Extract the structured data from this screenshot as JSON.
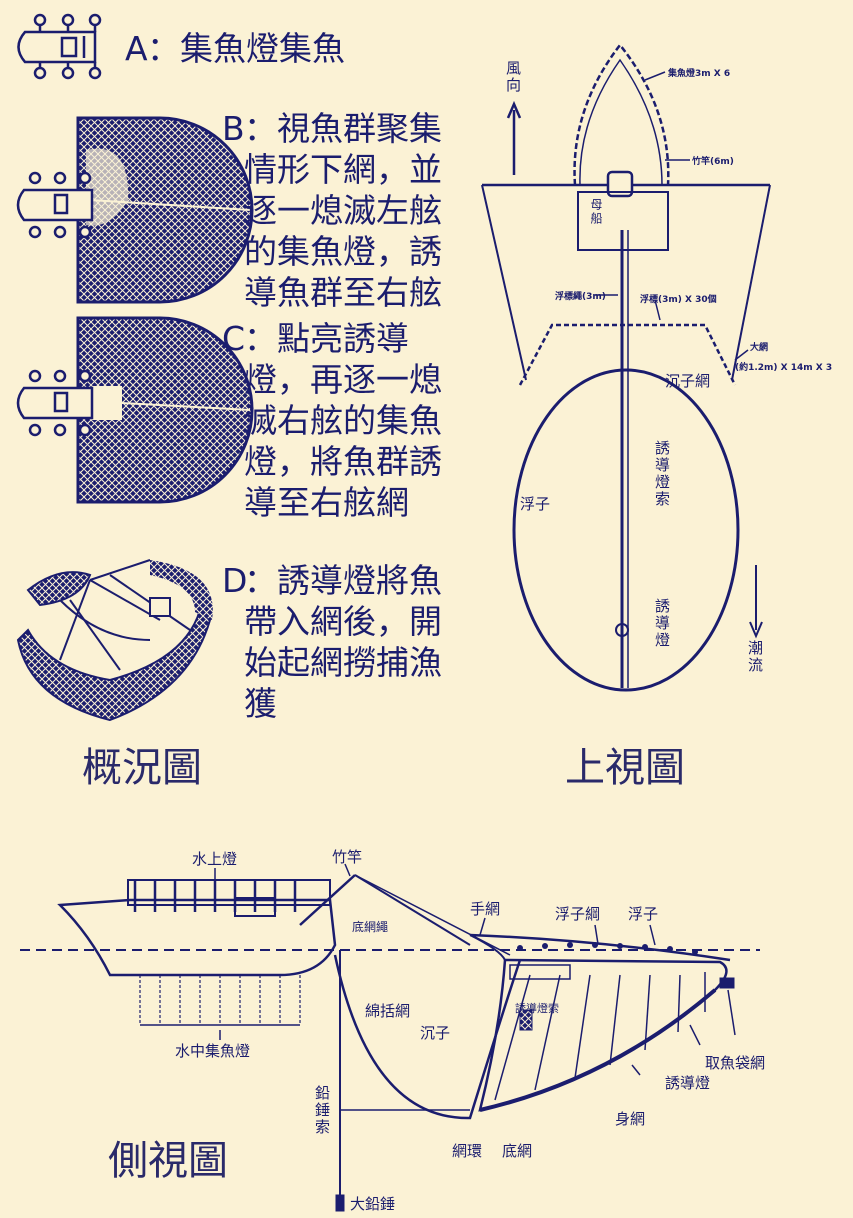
{
  "colors": {
    "ink": "#1b1d6e",
    "background": "#fbf2d5"
  },
  "overview": {
    "steps": [
      {
        "key": "A",
        "text": "：集魚燈集魚"
      },
      {
        "key": "B",
        "text": "：視魚群聚集情形下網，並逐一熄滅左舷的集魚燈，誘導魚群至右舷"
      },
      {
        "key": "C",
        "text": "：點亮誘導燈，再逐一熄滅右舷的集魚燈，將魚群誘導至右舷網"
      },
      {
        "key": "D",
        "text": "：誘導燈將魚帶入網後，開始起網撈捕漁獲"
      }
    ],
    "caption": "概況圖"
  },
  "top_view": {
    "caption": "上視圖",
    "wind_label": "風向",
    "current_label": "潮流",
    "float_label": "浮子",
    "sinker_net_label": "沉子網",
    "guide_rope_label": "誘導燈索",
    "guide_light_label": "誘導燈",
    "boat_label": "母船",
    "tiny_labels": [
      "集魚燈3m X 6",
      "竹竿(6m)",
      "浮標繩(3m)",
      "浮標(3m) X 30個",
      "大網",
      "(約1.2m) X 14m X 3"
    ]
  },
  "side_view": {
    "caption": "側視圖",
    "labels": {
      "water_light": "水上燈",
      "bamboo_pole": "竹竿",
      "hand_net": "手網",
      "float_rope": "浮子綱",
      "float": "浮子",
      "collar_net": "底網繩",
      "purse_net": "綿括網",
      "sinker": "沉子",
      "guide_light_label": "誘導燈索",
      "underwater_light": "水中集魚燈",
      "lead_rope": "鉛錘索",
      "big_weight": "大鉛錘",
      "ring": "網環",
      "bottom_net": "底網",
      "body_net": "身網",
      "guide_light": "誘導燈",
      "catch_net": "取魚袋網"
    }
  }
}
